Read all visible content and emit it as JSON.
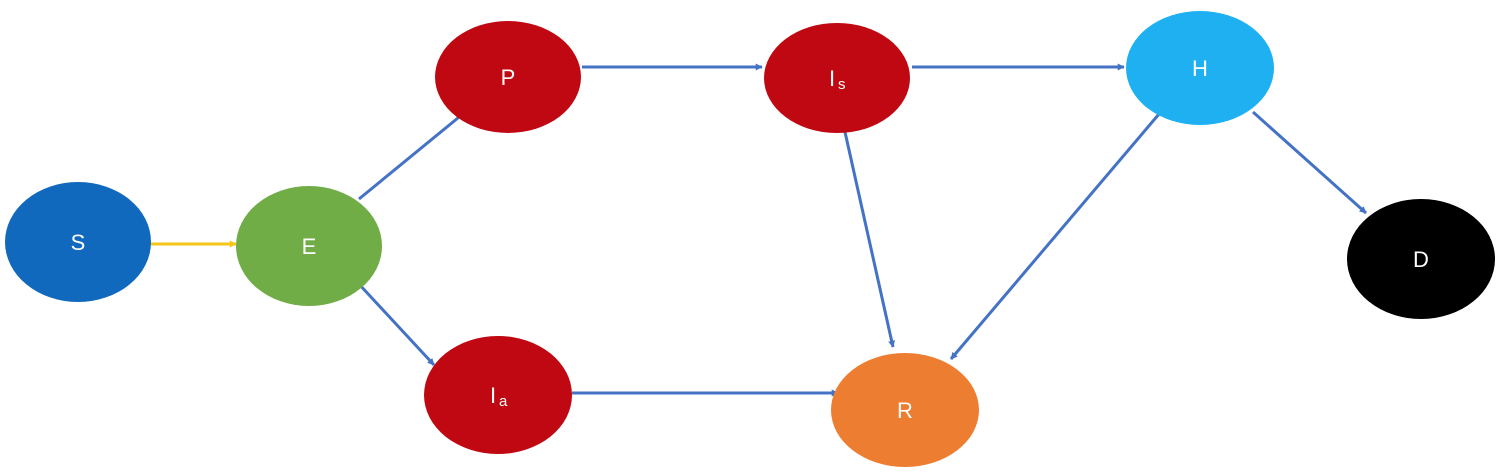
{
  "colors": {
    "S": "#1069BD",
    "E": "#70AD47",
    "P": "#C00812",
    "Is": "#C00812",
    "Ia": "#C00812",
    "H": "#1EB0F0",
    "R": "#ED7D31",
    "D": "#000000",
    "arrow_blue": "#4472C4",
    "arrow_yellow": "#F5C518"
  },
  "nodes": [
    {
      "id": "S",
      "name": "node-s",
      "label": "S",
      "sub": ""
    },
    {
      "id": "E",
      "name": "node-e",
      "label": "E",
      "sub": ""
    },
    {
      "id": "P",
      "name": "node-p",
      "label": "P",
      "sub": ""
    },
    {
      "id": "Is",
      "name": "node-is",
      "label": "I",
      "sub": "s"
    },
    {
      "id": "Ia",
      "name": "node-ia",
      "label": "I",
      "sub": "a"
    },
    {
      "id": "H",
      "name": "node-h",
      "label": "H",
      "sub": ""
    },
    {
      "id": "R",
      "name": "node-r",
      "label": "R",
      "sub": ""
    },
    {
      "id": "D",
      "name": "node-d",
      "label": "D",
      "sub": ""
    }
  ],
  "edges": [
    {
      "from": "S",
      "to": "E",
      "color": "arrow_yellow"
    },
    {
      "from": "E",
      "to": "P",
      "color": "arrow_blue"
    },
    {
      "from": "E",
      "to": "Ia",
      "color": "arrow_blue"
    },
    {
      "from": "P",
      "to": "Is",
      "color": "arrow_blue"
    },
    {
      "from": "Is",
      "to": "H",
      "color": "arrow_blue"
    },
    {
      "from": "Is",
      "to": "R",
      "color": "arrow_blue"
    },
    {
      "from": "Ia",
      "to": "R",
      "color": "arrow_blue"
    },
    {
      "from": "H",
      "to": "R",
      "color": "arrow_blue"
    },
    {
      "from": "H",
      "to": "D",
      "color": "arrow_blue"
    }
  ]
}
